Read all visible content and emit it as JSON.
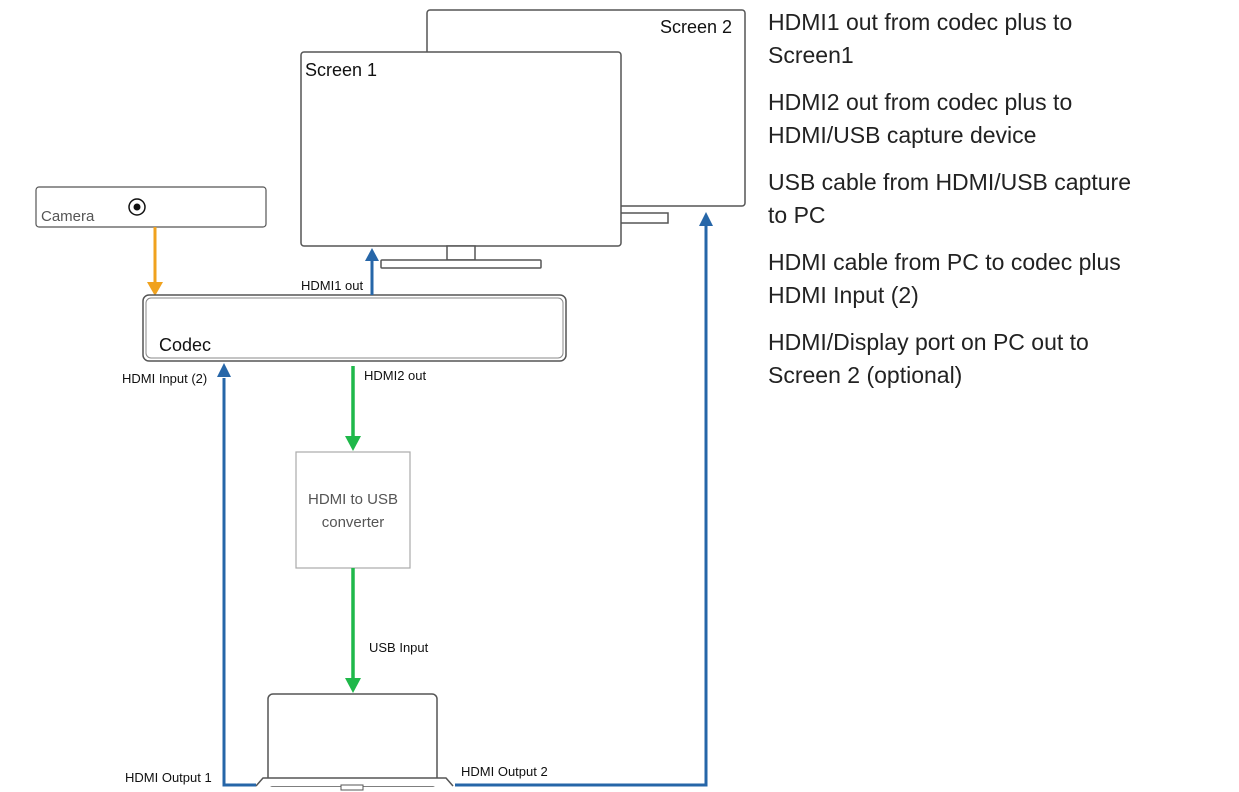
{
  "colors": {
    "hdmi_line": "#2666a8",
    "usb_line": "#1fb84a",
    "camera_line": "#f0a21e",
    "device_outline": "#555555"
  },
  "devices": {
    "screen1_label": "Screen 1",
    "screen2_label": "Screen 2",
    "camera_label": "Camera",
    "codec_label": "Codec",
    "converter_label_line1": "HDMI to USB",
    "converter_label_line2": "converter"
  },
  "connections": {
    "hdmi1_out": "HDMI1 out",
    "hdmi2_out": "HDMI2 out",
    "hdmi_input_2": "HDMI Input (2)",
    "usb_input": "USB Input",
    "hdmi_output_1": "HDMI Output 1",
    "hdmi_output_2": "HDMI Output 2"
  },
  "notes": [
    "HDMI1 out from codec plus to\nScreen1",
    "HDMI2 out from codec plus to\nHDMI/USB capture device",
    "USB cable from HDMI/USB capture\nto PC",
    "HDMI cable from PC to codec plus\nHDMI Input (2)",
    "HDMI/Display port on PC out to\nScreen 2 (optional)"
  ]
}
